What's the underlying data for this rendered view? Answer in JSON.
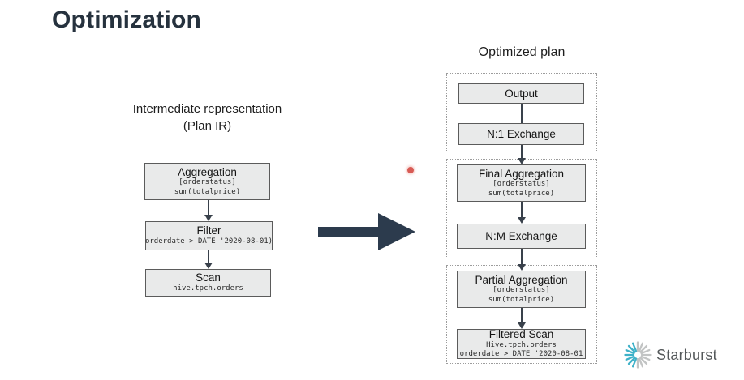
{
  "title": "Optimization",
  "left_plan": {
    "heading_line1": "Intermediate representation",
    "heading_line2": "(Plan IR)",
    "nodes": [
      {
        "title": "Aggregation",
        "detail1": "[orderstatus]",
        "detail2": "sum(totalprice)"
      },
      {
        "title": "Filter",
        "detail1": "orderdate > DATE '2020-08-01)"
      },
      {
        "title": "Scan",
        "detail1": "hive.tpch.orders"
      }
    ]
  },
  "right_plan": {
    "heading": "Optimized plan",
    "groups": [
      {
        "nodes": [
          {
            "title": "Output"
          },
          {
            "title": "N:1 Exchange"
          }
        ]
      },
      {
        "nodes": [
          {
            "title": "Final Aggregation",
            "detail1": "[orderstatus]",
            "detail2": "sum(totalprice)"
          },
          {
            "title": "N:M Exchange"
          }
        ]
      },
      {
        "nodes": [
          {
            "title": "Partial Aggregation",
            "detail1": "[orderstatus]",
            "detail2": "sum(totalprice)"
          },
          {
            "title": "Filtered Scan",
            "detail1": "Hive.tpch.orders",
            "detail2": "orderdate > DATE '2020-08-01"
          }
        ]
      }
    ]
  },
  "logo": {
    "label": "Starburst"
  },
  "colors": {
    "title_text": "#26323E",
    "big_arrow": "#2C3B4D",
    "node_fill": "#E9EAEA",
    "node_border": "#5B5B5B",
    "group_border": "#9C9C9C",
    "laser_dot": "#D44A43",
    "logo_teal": "#3EB1C8",
    "logo_gray": "#C2C4C4",
    "logo_text": "#54585A"
  }
}
